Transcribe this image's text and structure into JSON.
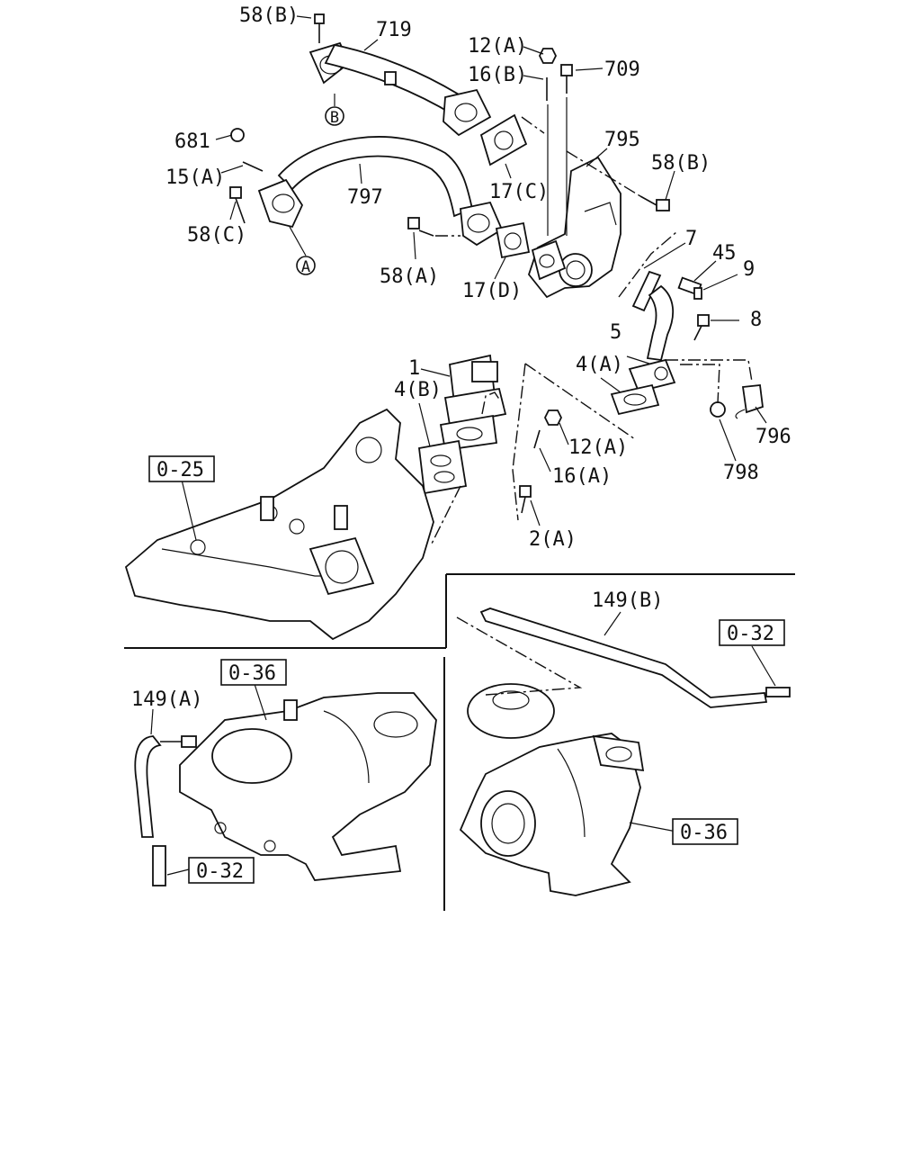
{
  "labels": {
    "l58b_top": "58(B)",
    "l719": "719",
    "l12a_top": "12(A)",
    "l16b": "16(B)",
    "l709": "709",
    "l681": "681",
    "l15a": "15(A)",
    "l795": "795",
    "l58b_right": "58(B)",
    "l797": "797",
    "l17c": "17(C)",
    "l58c": "58(C)",
    "l58a": "58(A)",
    "l17d": "17(D)",
    "l7": "7",
    "l45": "45",
    "l9": "9",
    "l8": "8",
    "l5": "5",
    "l1": "1",
    "l4a": "4(A)",
    "l4b": "4(B)",
    "l12a_mid": "12(A)",
    "l16a": "16(A)",
    "l796": "796",
    "l798": "798",
    "l2a": "2(A)",
    "l149b": "149(B)",
    "l149a": "149(A)"
  },
  "refs": {
    "r025": "0-25",
    "r036_left": "0-36",
    "r032_left": "0-32",
    "r032_right": "0-32",
    "r036_right": "0-36"
  },
  "circled": {
    "b": "B",
    "a": "A"
  }
}
